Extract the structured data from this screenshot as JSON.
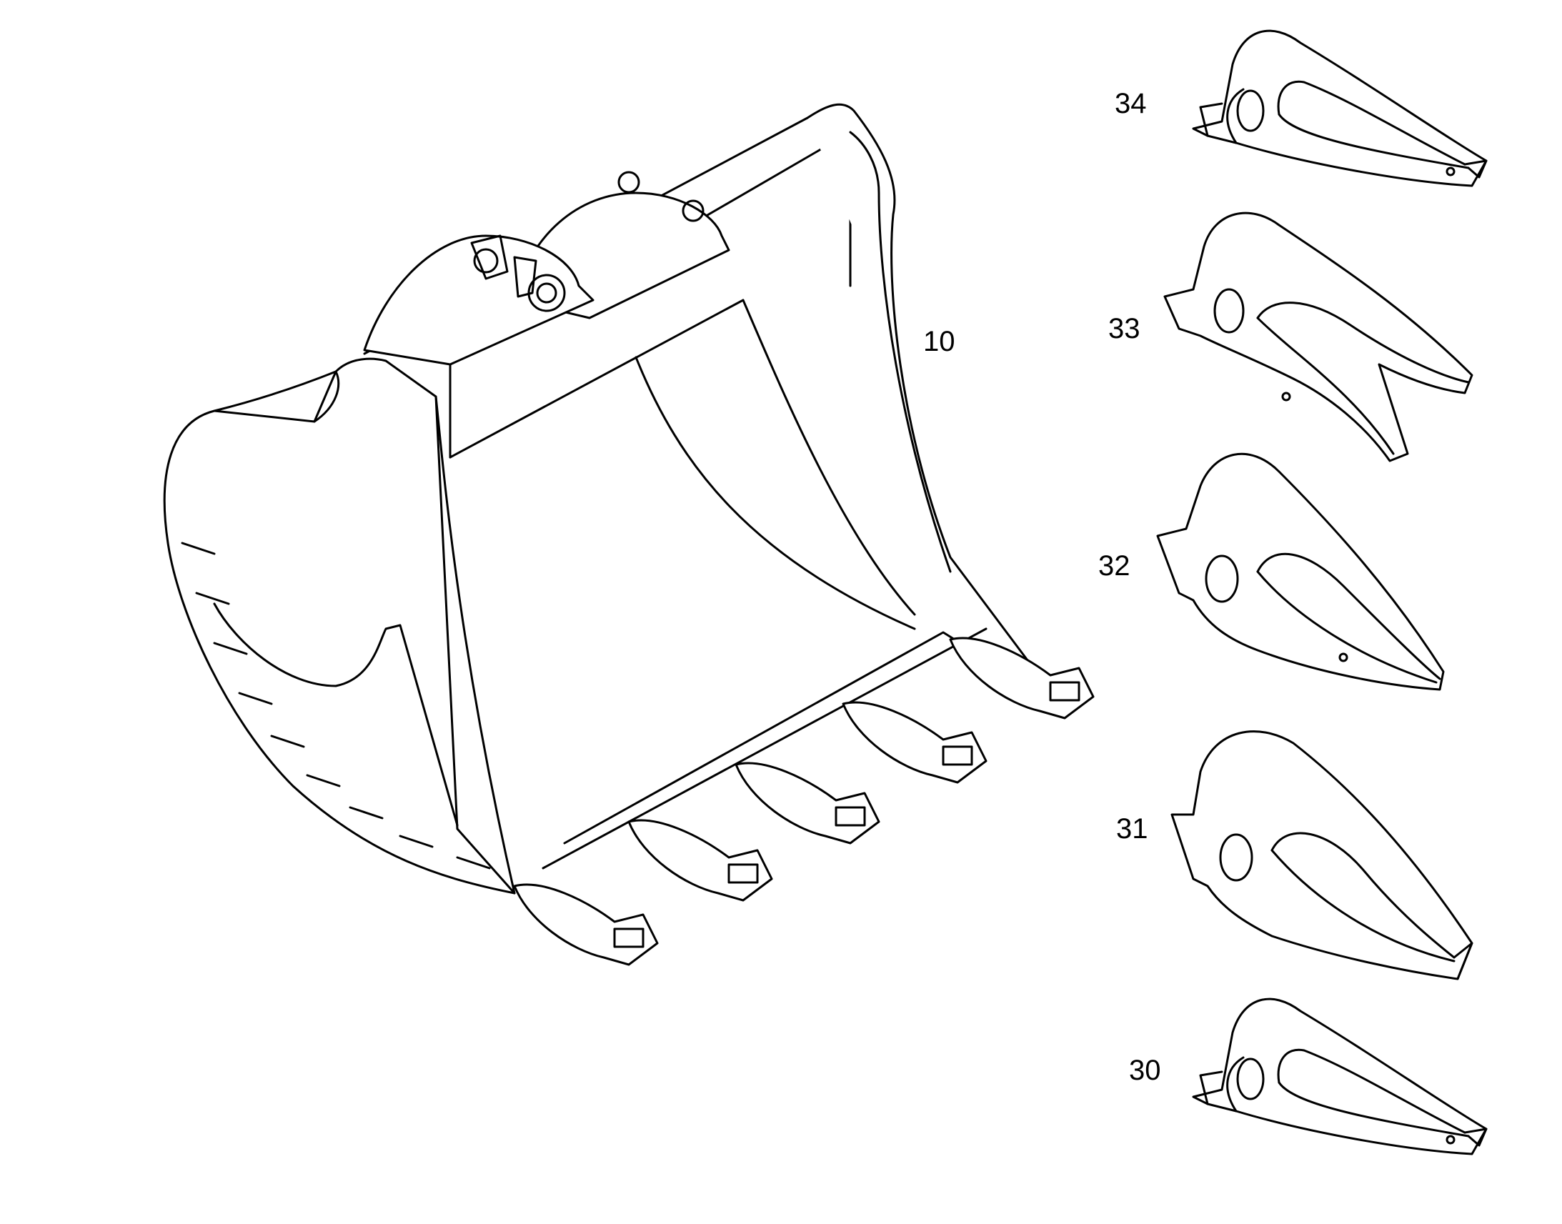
{
  "diagram": {
    "line_color": "#000000",
    "background": "#ffffff",
    "parts": [
      {
        "id": "bucket",
        "label": "10"
      },
      {
        "id": "tooth-34",
        "label": "34"
      },
      {
        "id": "tooth-33",
        "label": "33"
      },
      {
        "id": "tooth-32",
        "label": "32"
      },
      {
        "id": "tooth-31",
        "label": "31"
      },
      {
        "id": "tooth-30",
        "label": "30"
      }
    ]
  }
}
